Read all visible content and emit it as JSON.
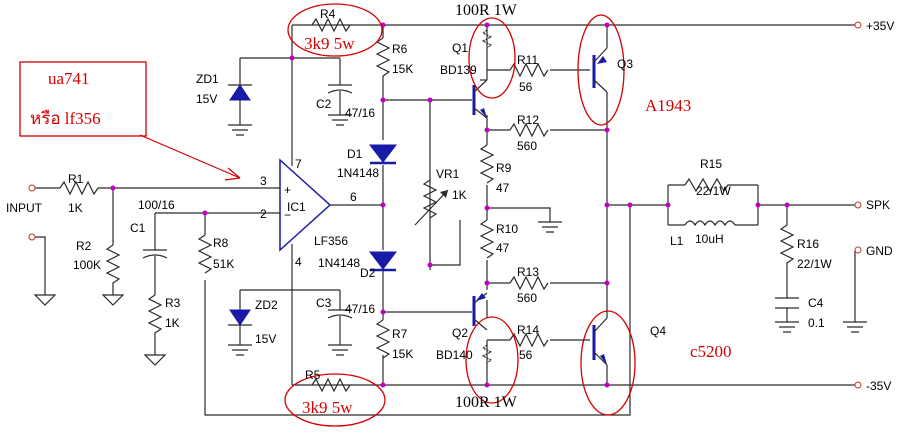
{
  "annotations": {
    "opamp_box_line1": "ua741",
    "opamp_box_line2": "หรือ lf356",
    "r4_value": "3k9 5w",
    "r5_value": "3k9 5w",
    "top_bias": "100R 1W",
    "bottom_bias": "100R 1W",
    "q3_part": "A1943",
    "q4_part": "c5200"
  },
  "rails": {
    "positive": "+35V",
    "negative": "-35V"
  },
  "terminals": {
    "input": "INPUT",
    "spk": "SPK",
    "gnd": "GND"
  },
  "components": {
    "r1": "R1",
    "r1_val": "1K",
    "r2": "R2",
    "r2_val": "100K",
    "r3": "R3",
    "r3_val": "1K",
    "r4": "R4",
    "r5": "R5",
    "r6": "R6",
    "r6_val": "15K",
    "r7": "R7",
    "r7_val": "15K",
    "r8": "R8",
    "r8_val": "51K",
    "r9": "R9",
    "r9_val": "47",
    "r10": "R10",
    "r10_val": "47",
    "r11": "R11",
    "r11_val": "56",
    "r12": "R12",
    "r12_val": "560",
    "r13": "R13",
    "r13_val": "560",
    "r14": "R14",
    "r14_val": "56",
    "r15": "R15",
    "r15_val": "22/1W",
    "r16": "R16",
    "r16_val": "22/1W",
    "c1": "C1",
    "c1_val": "100/16",
    "c2": "C2",
    "c2_val": "47/16",
    "c3": "C3",
    "c3_val": "47/16",
    "c4": "C4",
    "c4_val": "0.1",
    "zd1": "ZD1",
    "zd1_val": "15V",
    "zd2": "ZD2",
    "zd2_val": "15V",
    "d1": "D1",
    "d1_val": "1N4148",
    "d2": "D2",
    "d2_val": "1N4148",
    "vr1": "VR1",
    "vr1_val": "1K",
    "q1": "Q1",
    "q1_val": "BD139",
    "q2": "Q2",
    "q2_val": "BD140",
    "q3": "Q3",
    "q4": "Q4",
    "l1": "L1",
    "l1_val": "10uH",
    "ic1": "IC1",
    "ic1_val": "LF356",
    "pin7": "7",
    "pin4": "4",
    "pin3": "3",
    "pin2": "2",
    "pin6": "6",
    "plus": "+",
    "minus": "−"
  }
}
